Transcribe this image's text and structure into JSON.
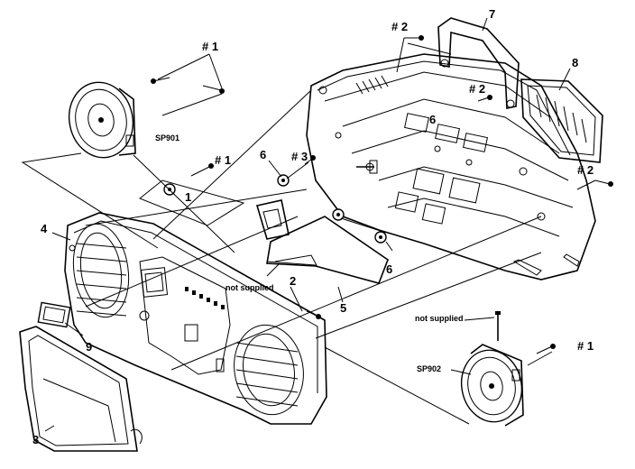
{
  "callouts": {
    "c1_top": "# 1",
    "c1_mid": "# 1",
    "c1_leader": "1",
    "c1_right": "# 1",
    "c2_top": "# 2",
    "c2_mid": "# 2",
    "c2_right": "# 2",
    "c2_leader": "2",
    "c3_screw": "# 3",
    "c3": "3",
    "c4": "4",
    "c5": "5",
    "c6_top": "6",
    "c6_right": "6",
    "c6_inner": "6",
    "c7": "7",
    "c8": "8",
    "c9": "9"
  },
  "refs": {
    "sp901": "SP901",
    "sp902": "SP902"
  },
  "notes": {
    "not_supplied_left": "not supplied",
    "not_supplied_right": "not supplied"
  }
}
